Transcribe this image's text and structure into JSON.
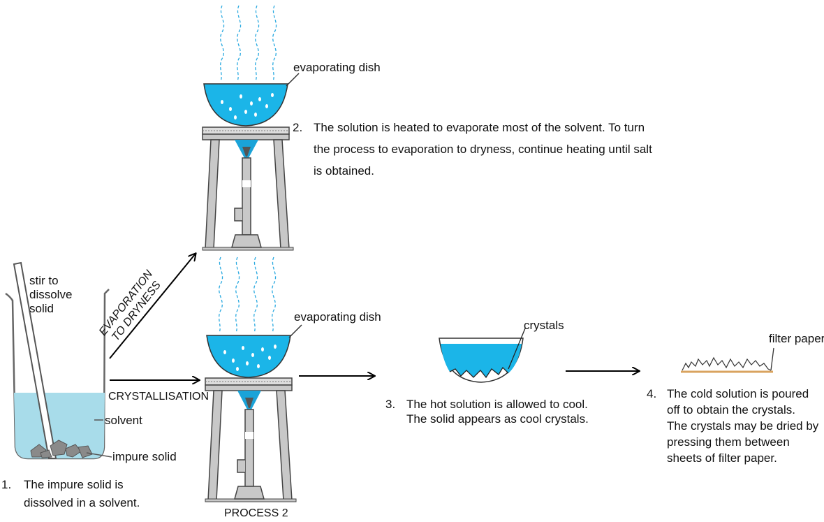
{
  "labels": {
    "stir": [
      "stir to",
      "dissolve",
      "solid"
    ],
    "solvent": "solvent",
    "impure_solid": "impure solid",
    "evaporating_dish_top": "evaporating dish",
    "evaporating_dish_bottom": "evaporating dish",
    "evaporation_to_dryness": [
      "EVAPORATION",
      "TO DRYNESS"
    ],
    "crystallisation": "CRYSTALLISATION",
    "process_2": "PROCESS 2",
    "crystals": "crystals",
    "filter_paper": "filter paper"
  },
  "steps": [
    {
      "num": "1.",
      "lines": [
        "The impure solid is",
        "dissolved in a solvent."
      ]
    },
    {
      "num": "2.",
      "lines": [
        "The solution is heated to evaporate most of the solvent. To turn",
        "the process to evaporation to dryness, continue heating until salt",
        "is obtained."
      ]
    },
    {
      "num": "3.",
      "lines": [
        "The hot solution is allowed to cool.",
        "The solid appears as cool crystals."
      ]
    },
    {
      "num": "4.",
      "lines": [
        "The cold solution is poured",
        "off to obtain the crystals.",
        "The crystals may be dried by",
        "pressing them between",
        "sheets of filter paper."
      ]
    }
  ],
  "colors": {
    "solution_light": "#a8dcea",
    "solution_bright": "#1bb5e8",
    "stand": "#c8c8c8",
    "solid": "#8a8a8a",
    "flame": "#1aa3d8",
    "filter_paper": "#d9a35f"
  }
}
